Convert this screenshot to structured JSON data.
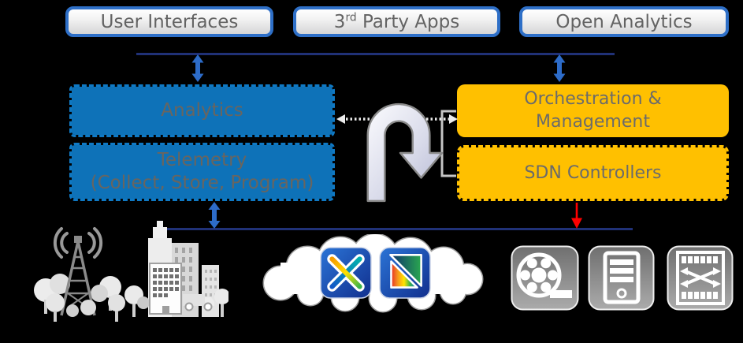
{
  "top_bar": {
    "items": [
      {
        "label": "User Interfaces"
      },
      {
        "prefix": "3",
        "superscript": "rd",
        "suffix": " Party Apps"
      },
      {
        "label": "Open Analytics"
      }
    ]
  },
  "analytics_stack": {
    "analytics_label": "Analytics",
    "telemetry_title": "Telemetry",
    "telemetry_detail": "(Collect, Store, Program)"
  },
  "control_stack": {
    "orchestration_line1": "Orchestration &",
    "orchestration_line2": "Management",
    "sdn_label": "SDN Controllers"
  },
  "icons": {
    "bottom_left": [
      "radio-tower-icon",
      "city-buildings-icon",
      "delivery-truck-icon"
    ],
    "cloud_apps": [
      "cross-connect-app-icon",
      "prism-app-icon"
    ],
    "bottom_right": [
      "media-reel-icon",
      "server-icon",
      "optical-switch-icon"
    ],
    "connectors": [
      "bidir-arrow-icon",
      "uturn-arrow-icon",
      "dotted-link-icon",
      "red-control-arrow-icon",
      "group-bracket"
    ]
  },
  "colors": {
    "telemetry_blue": "#0E72B8",
    "control_yellow": "#FFC000",
    "bus_line_navy": "#203177",
    "link_arrow_blue": "#2D6CC9",
    "control_arrow_red": "#FF0000",
    "app_button_border_blue": "#2E6FC7",
    "label_gray": "#636363"
  }
}
